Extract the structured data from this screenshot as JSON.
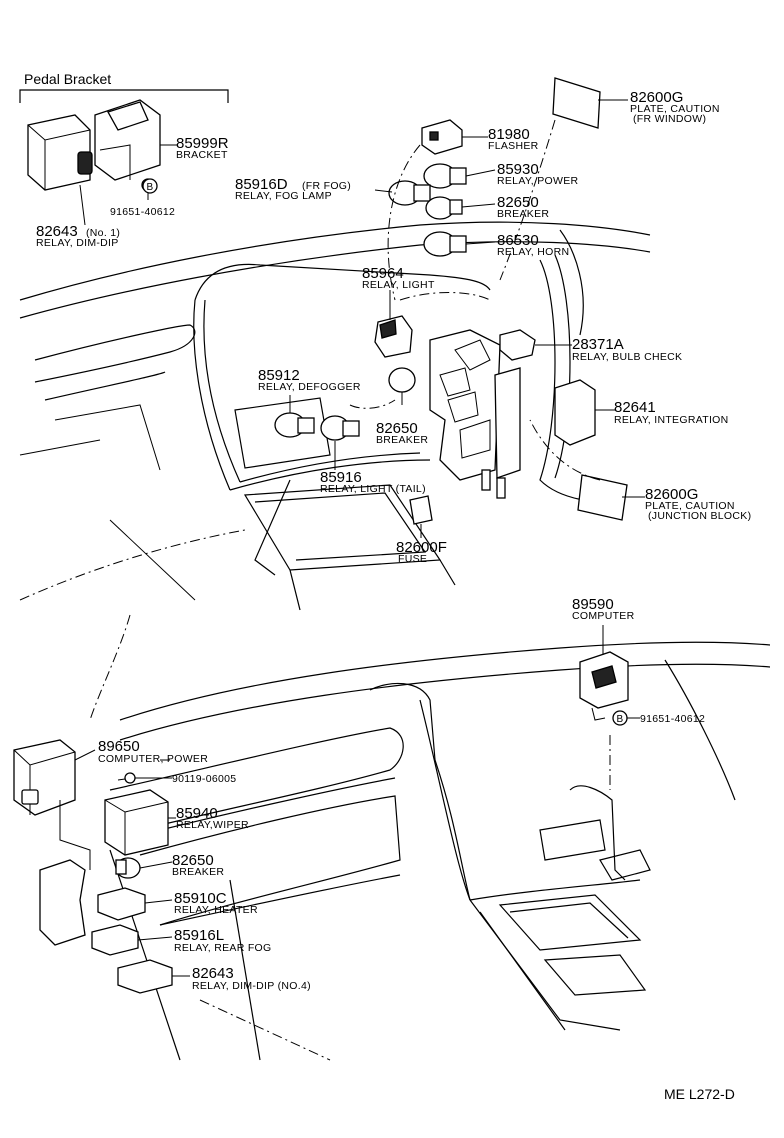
{
  "group_label": "Pedal Bracket",
  "drawing_code": "ME L272-D",
  "bolt_mark": "B",
  "callouts": [
    {
      "id": "85999R",
      "desc": "BRACKET"
    },
    {
      "id": "91651-40612",
      "desc": ""
    },
    {
      "id": "82643",
      "qualifier": "(No. 1)",
      "desc": "RELAY, DIM-DIP"
    },
    {
      "id": "82600G",
      "desc": "PLATE, CAUTION",
      "desc2": "(FR WINDOW)"
    },
    {
      "id": "81980",
      "desc": "FLASHER"
    },
    {
      "id": "85930",
      "desc": "RELAY, POWER"
    },
    {
      "id": "85916D",
      "qualifier": "(FR FOG)",
      "desc": "RELAY, FOG LAMP"
    },
    {
      "id": "82650",
      "desc": "BREAKER"
    },
    {
      "id": "86530",
      "desc": "RELAY, HORN"
    },
    {
      "id": "85964",
      "desc": "RELAY, LIGHT"
    },
    {
      "id": "28371A",
      "desc": "RELAY, BULB CHECK"
    },
    {
      "id": "85912",
      "desc": "RELAY, DEFOGGER"
    },
    {
      "id": "82641",
      "desc": "RELAY, INTEGRATION"
    },
    {
      "id": "82650",
      "desc": "BREAKER"
    },
    {
      "id": "85916",
      "desc": "RELAY, LIGHT (TAIL)"
    },
    {
      "id": "82600G",
      "desc": "PLATE, CAUTION",
      "desc2": "(JUNCTION BLOCK)"
    },
    {
      "id": "82600F",
      "desc": "FUSE"
    },
    {
      "id": "89590",
      "desc": "COMPUTER"
    },
    {
      "id": "91651-40612",
      "desc": ""
    },
    {
      "id": "89650",
      "desc": "COMPUTER, POWER"
    },
    {
      "id": "90119-06005",
      "desc": ""
    },
    {
      "id": "85940",
      "desc": "RELAY,WIPER"
    },
    {
      "id": "82650",
      "desc": "BREAKER"
    },
    {
      "id": "85910C",
      "desc": "RELAY, HEATER"
    },
    {
      "id": "85916L",
      "desc": "RELAY, REAR FOG"
    },
    {
      "id": "82643",
      "desc": "RELAY, DIM-DIP (NO.4)"
    }
  ]
}
